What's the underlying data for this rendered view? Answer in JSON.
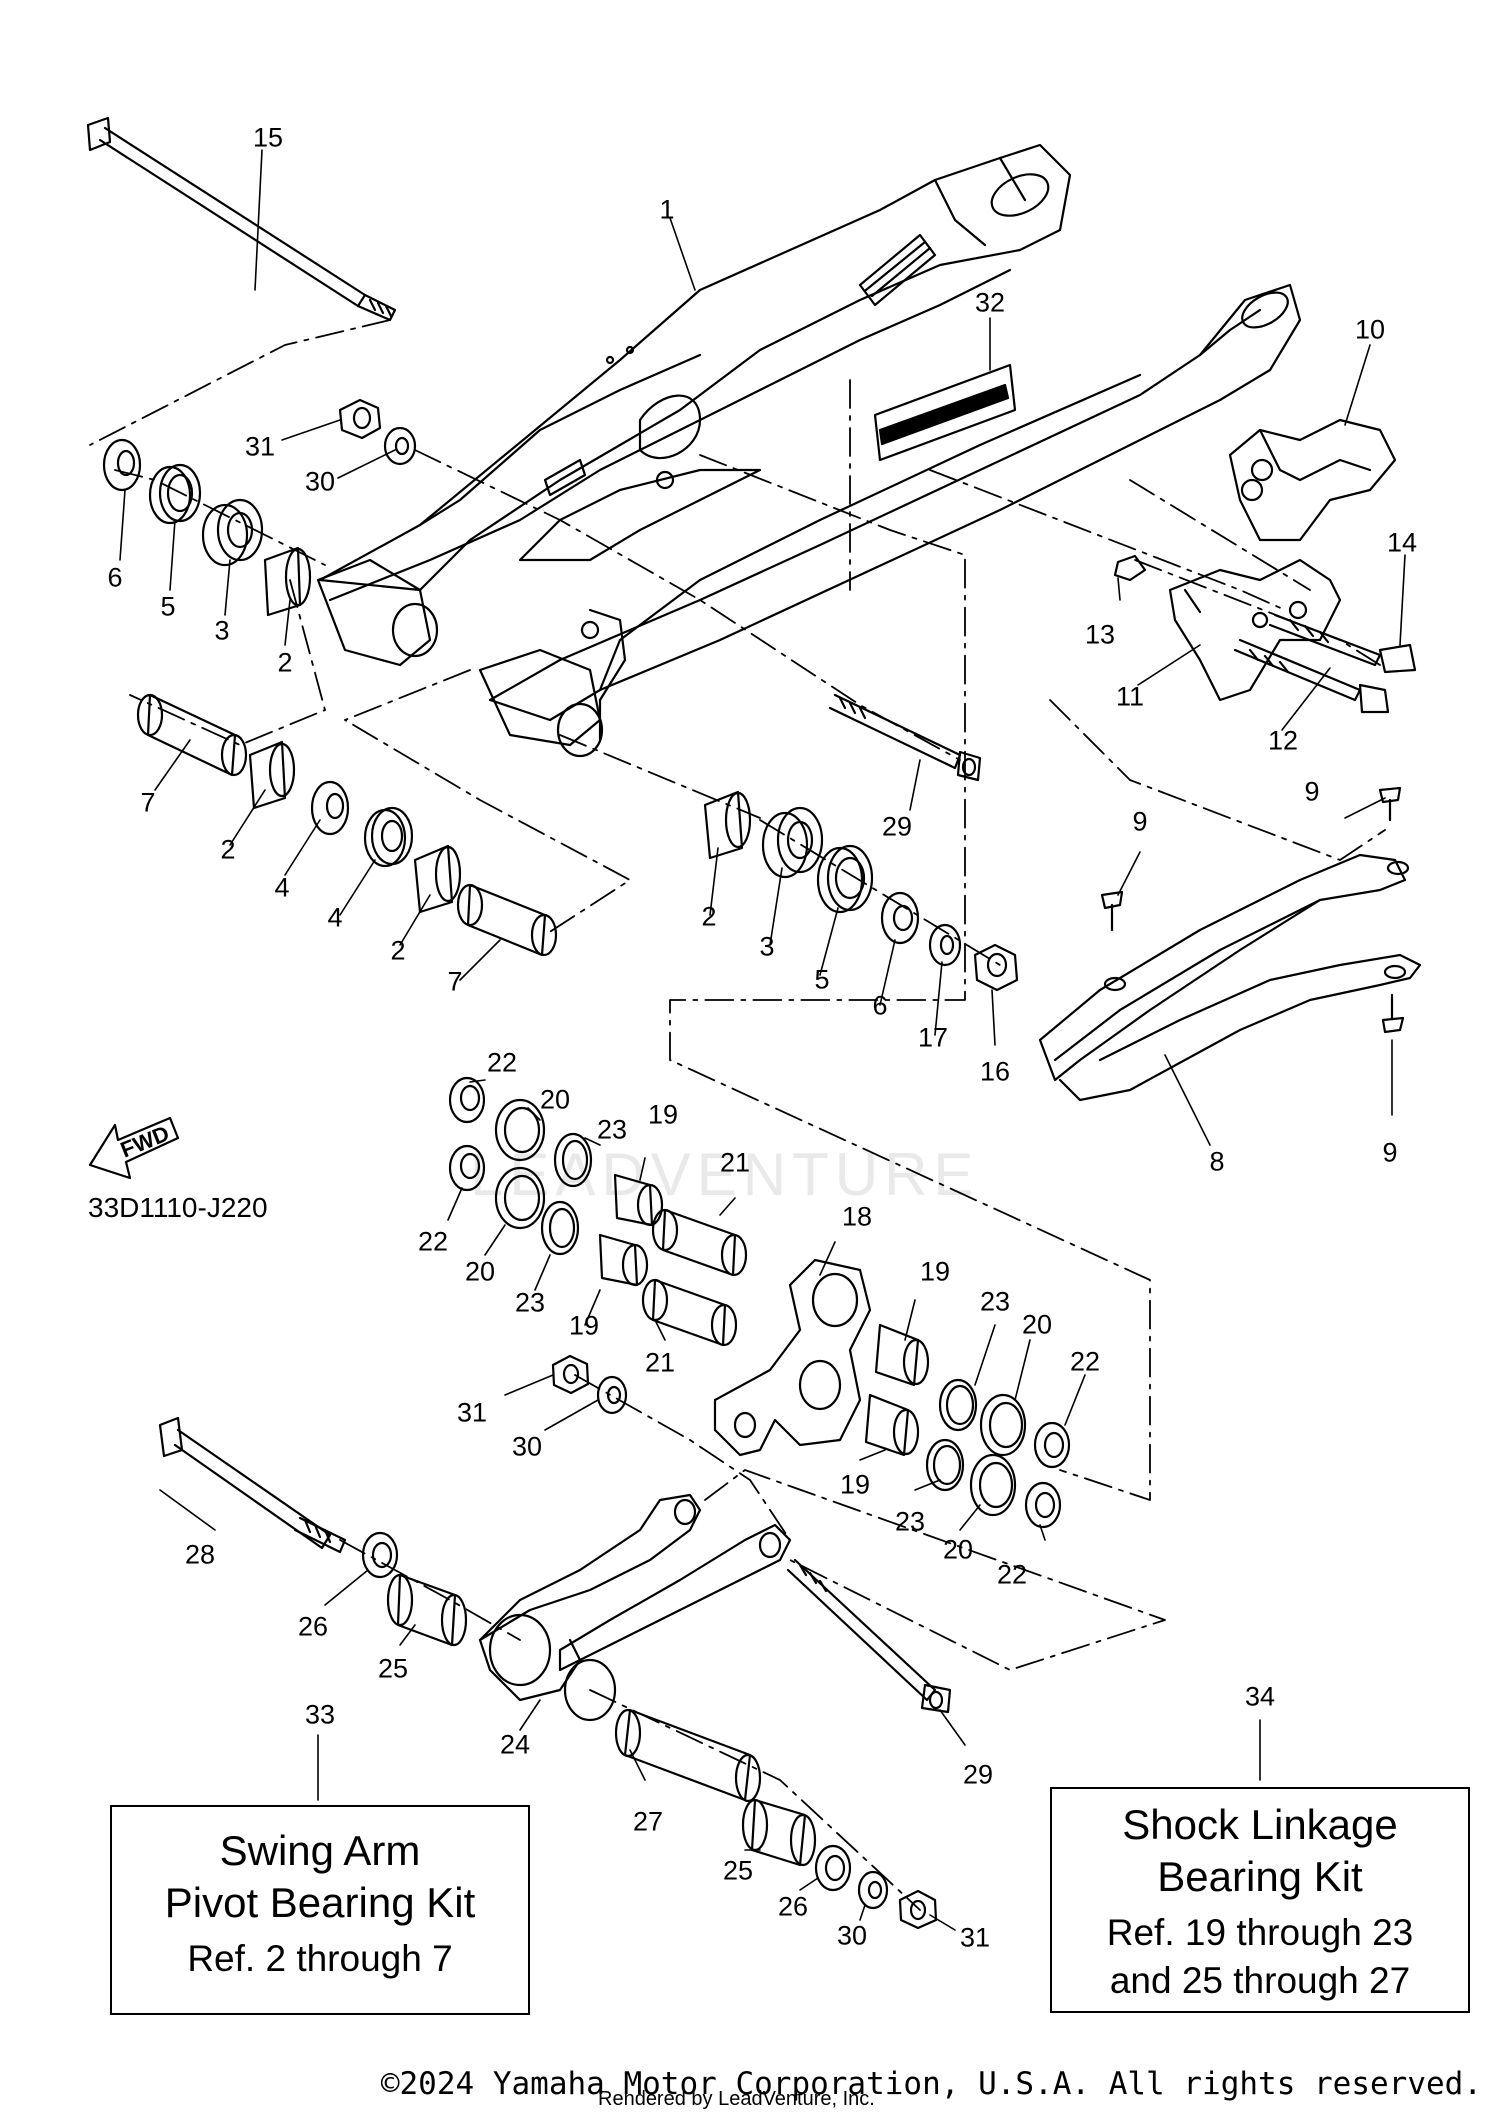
{
  "diagram": {
    "part_code": "33D1110-J220",
    "fwd_label": "FWD",
    "watermark": "LEADVENTURE",
    "callouts": {
      "c15": "15",
      "c1": "1",
      "c32": "32",
      "c10": "10",
      "c31a": "31",
      "c30a": "30",
      "c6a": "6",
      "c5a": "5",
      "c3a": "3",
      "c2a": "2",
      "c14": "14",
      "c13": "13",
      "c11": "11",
      "c12": "12",
      "c7a": "7",
      "c2b": "2",
      "c4a": "4",
      "c4b": "4",
      "c2c": "2",
      "c7b": "7",
      "c29a": "29",
      "c9a": "9",
      "c9b": "9",
      "c2d": "2",
      "c3b": "3",
      "c5b": "5",
      "c6b": "6",
      "c17": "17",
      "c16": "16",
      "c8": "8",
      "c9c": "9",
      "c22a": "22",
      "c20a": "20",
      "c23a": "23",
      "c19a": "19",
      "c22b": "22",
      "c20b": "20",
      "c23b": "23",
      "c21a": "21",
      "c18": "18",
      "c19b": "19",
      "c21b": "21",
      "c19c": "19",
      "c23c": "23",
      "c20c": "20",
      "c22c": "22",
      "c19d": "19",
      "c23d": "23",
      "c20d": "20",
      "c22d": "22",
      "c28": "28",
      "c31b": "31",
      "c30b": "30",
      "c26a": "26",
      "c25a": "25",
      "c24": "24",
      "c29b": "29",
      "c27": "27",
      "c25b": "25",
      "c26b": "26",
      "c30c": "30",
      "c31c": "31",
      "c33": "33",
      "c34": "34"
    }
  },
  "kits": {
    "swing_arm": {
      "title_line1": "Swing Arm",
      "title_line2": "Pivot Bearing Kit",
      "ref": "Ref. 2 through 7"
    },
    "shock_linkage": {
      "title_line1": "Shock Linkage",
      "title_line2": "Bearing Kit",
      "ref_line1": "Ref. 19 through 23",
      "ref_line2": "and 25 through 27"
    }
  },
  "footer": {
    "copyright": "©2024 Yamaha Motor Corporation, U.S.A. All rights reserved.",
    "rendered_by": "Rendered by LeadVenture, Inc."
  }
}
